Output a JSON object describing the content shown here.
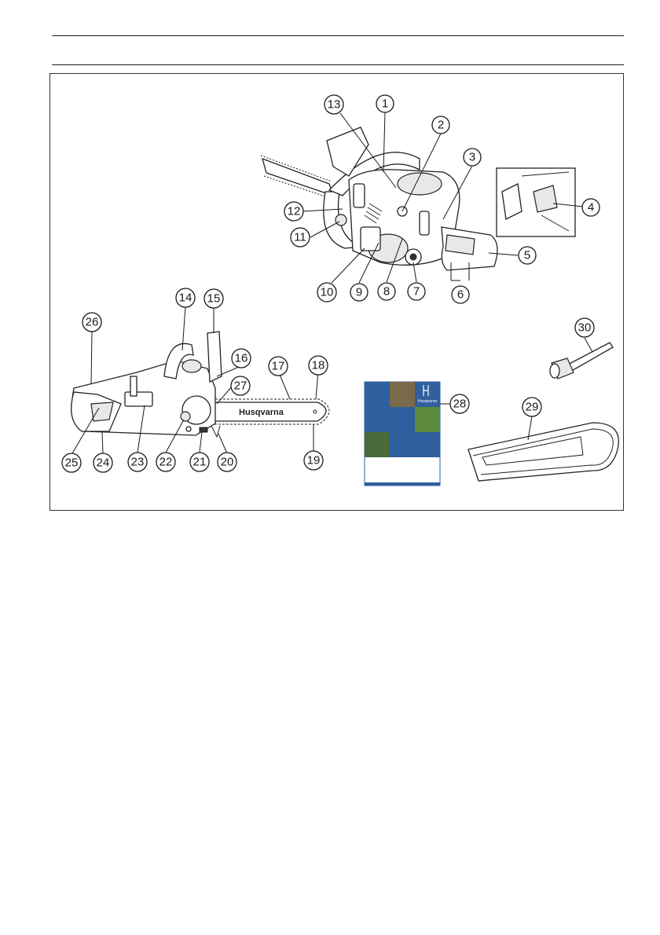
{
  "figure": {
    "brand_label": "Husqvarna",
    "manual_brand": "Husqvarna",
    "callouts": [
      {
        "label": "1"
      },
      {
        "label": "2"
      },
      {
        "label": "3"
      },
      {
        "label": "4"
      },
      {
        "label": "5"
      },
      {
        "label": "6"
      },
      {
        "label": "7"
      },
      {
        "label": "8"
      },
      {
        "label": "9"
      },
      {
        "label": "10"
      },
      {
        "label": "11"
      },
      {
        "label": "12"
      },
      {
        "label": "13"
      },
      {
        "label": "14"
      },
      {
        "label": "15"
      },
      {
        "label": "16"
      },
      {
        "label": "17"
      },
      {
        "label": "18"
      },
      {
        "label": "19"
      },
      {
        "label": "20"
      },
      {
        "label": "21"
      },
      {
        "label": "22"
      },
      {
        "label": "23"
      },
      {
        "label": "24"
      },
      {
        "label": "25"
      },
      {
        "label": "26"
      },
      {
        "label": "27"
      },
      {
        "label": "28"
      },
      {
        "label": "29"
      },
      {
        "label": "30"
      }
    ],
    "colors": {
      "manual_blue": "#2f5f9e",
      "manual_green": "#5a8a3a",
      "line": "#1a1a1a"
    }
  }
}
